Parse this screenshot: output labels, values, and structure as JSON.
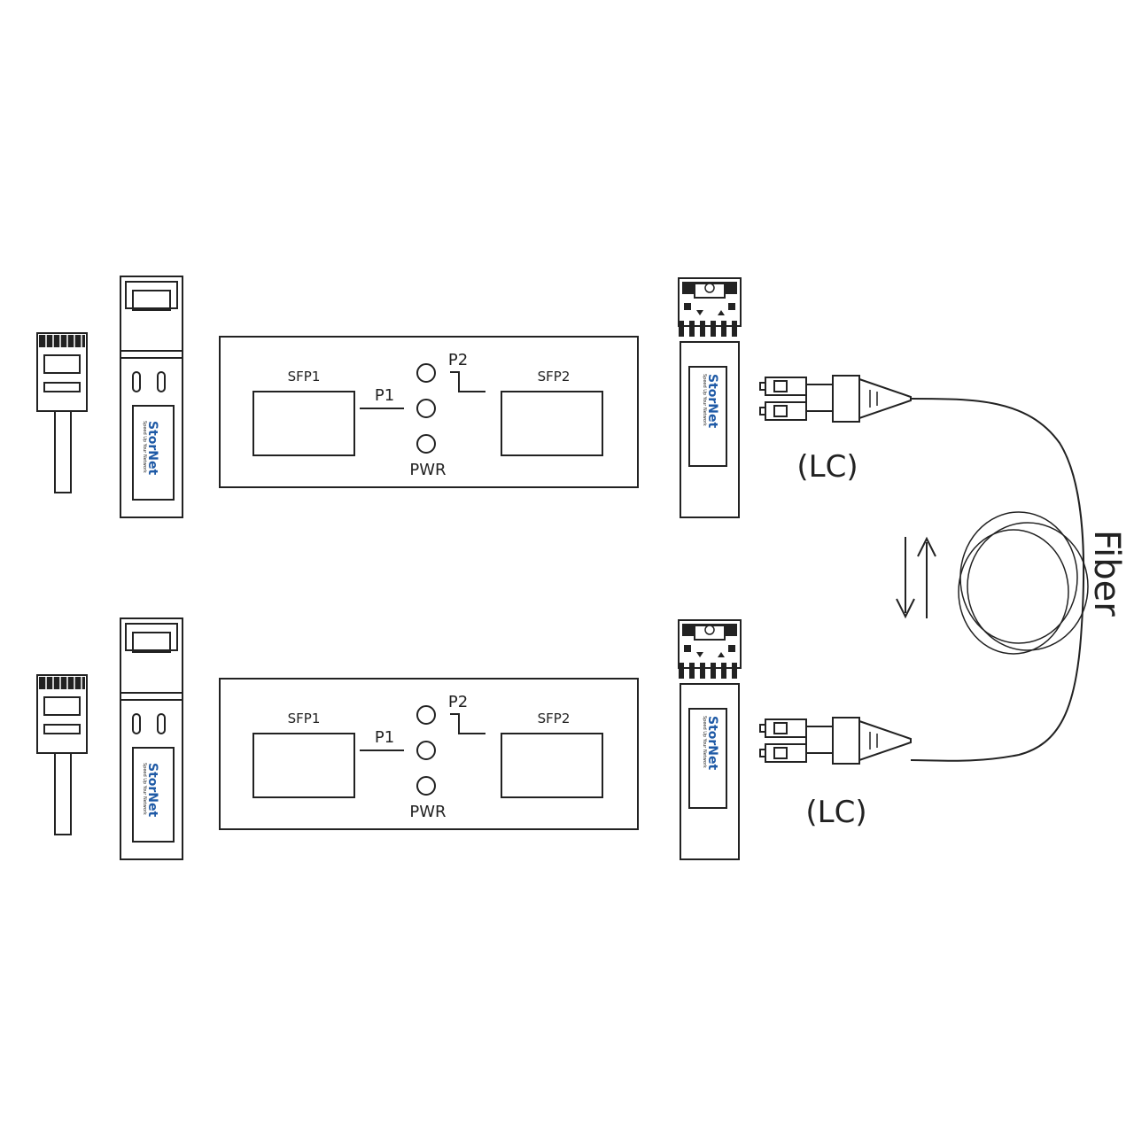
{
  "converter": {
    "port_left": "SFP1",
    "port_right": "SFP2",
    "led_p1": "P1",
    "led_p2": "P2",
    "led_pwr": "PWR"
  },
  "module": {
    "brand": "StorNet",
    "tagline": "Speed Up Your Network"
  },
  "connector_label": "(LC)",
  "cable_label": "Fiber",
  "direction_icon": "bidirectional-arrows"
}
